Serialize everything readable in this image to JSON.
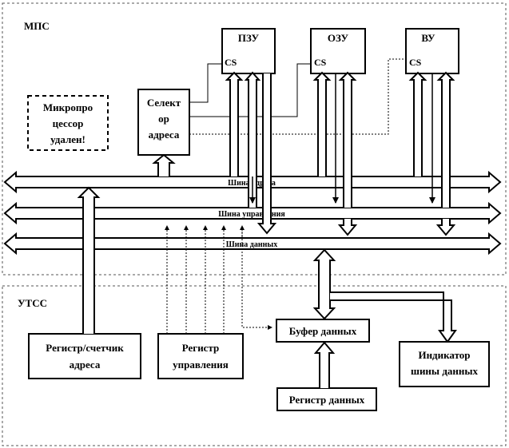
{
  "zones": {
    "top": "МПС",
    "bottom": "УТСС"
  },
  "modules": {
    "pzu": "ПЗУ",
    "ozu": "ОЗУ",
    "vu": "ВУ",
    "cs": "CS"
  },
  "selector": [
    "Селект",
    "ор",
    "адреса"
  ],
  "cpu_removed": [
    "Микропро",
    "цессор",
    "удален!"
  ],
  "buses": {
    "address": "Шина адреса",
    "control": "Шина управления",
    "data": "Шина данных"
  },
  "utss_blocks": {
    "addr_counter": [
      "Регистр/счетчик",
      "адреса"
    ],
    "control_reg": [
      "Регистр",
      "управления"
    ],
    "data_buffer": "Буфер  данных",
    "data_reg": "Регистр данных",
    "indicator": [
      "Индикатор",
      "шины данных"
    ]
  }
}
